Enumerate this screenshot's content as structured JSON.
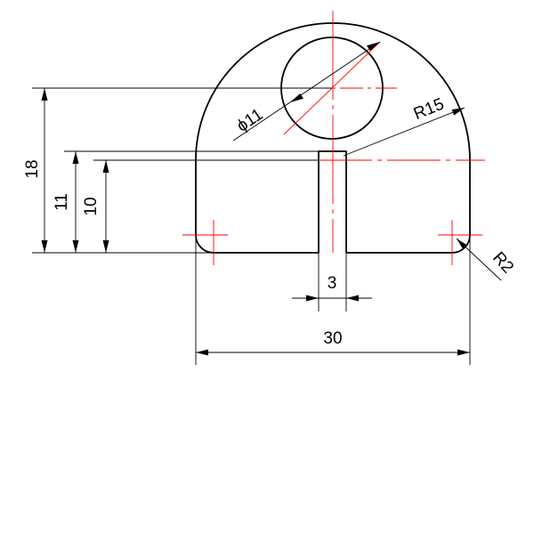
{
  "dimensions": {
    "height_total": "18",
    "height_slot_top": "11",
    "height_bore_axis": "10",
    "bore_diameter": "ϕ11",
    "outer_radius": "R15",
    "corner_radius": "R2",
    "slot_width": "3",
    "overall_width": "30"
  },
  "colors": {
    "outline": "#000000",
    "centerline": "#ff0000",
    "dimension": "#000000"
  }
}
